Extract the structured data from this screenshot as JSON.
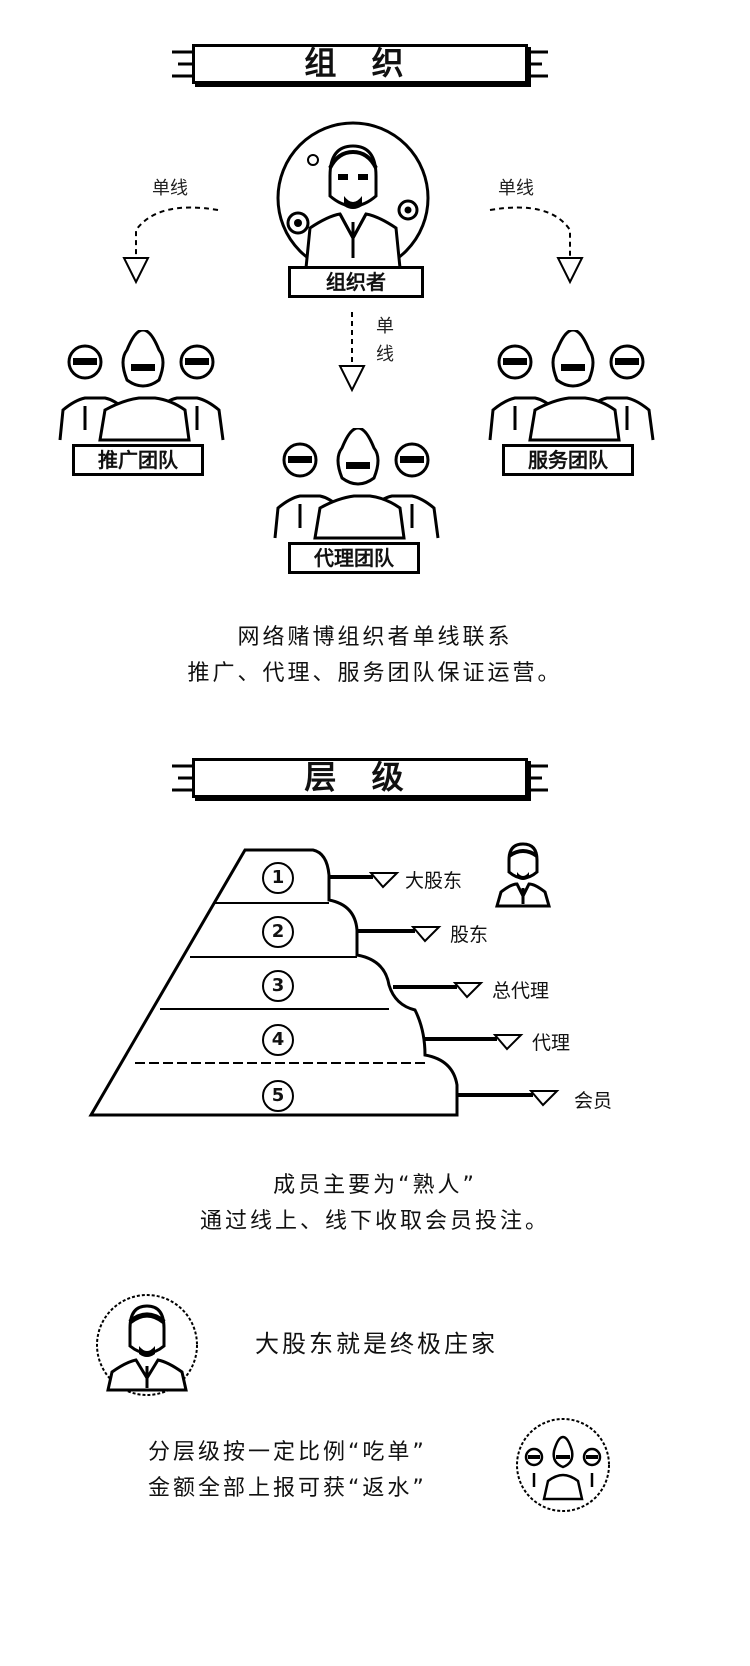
{
  "section1": {
    "title": "组 织",
    "center_label": "组织者",
    "line_left": "单线",
    "line_right": "单线",
    "line_mid_top": "单",
    "line_mid_bottom": "线",
    "team_left": "推广团队",
    "team_mid": "代理团队",
    "team_right": "服务团队",
    "caption_line1": "网络赌博组织者单线联系",
    "caption_line2": "推广、代理、服务团队保证运营。"
  },
  "section2": {
    "title": "层 级",
    "tiers": [
      {
        "num": "1",
        "label": "大股东"
      },
      {
        "num": "2",
        "label": "股东"
      },
      {
        "num": "3",
        "label": "总代理"
      },
      {
        "num": "4",
        "label": "代理"
      },
      {
        "num": "5",
        "label": "会员"
      }
    ],
    "caption_line1": "成员主要为“熟人”",
    "caption_line2": "通过线上、线下收取会员投注。"
  },
  "section3": {
    "text1": "大股东就是终极庄家",
    "text2_line1": "分层级按一定比例“吃单”",
    "text2_line2": "金额全部上报可获“返水”"
  }
}
